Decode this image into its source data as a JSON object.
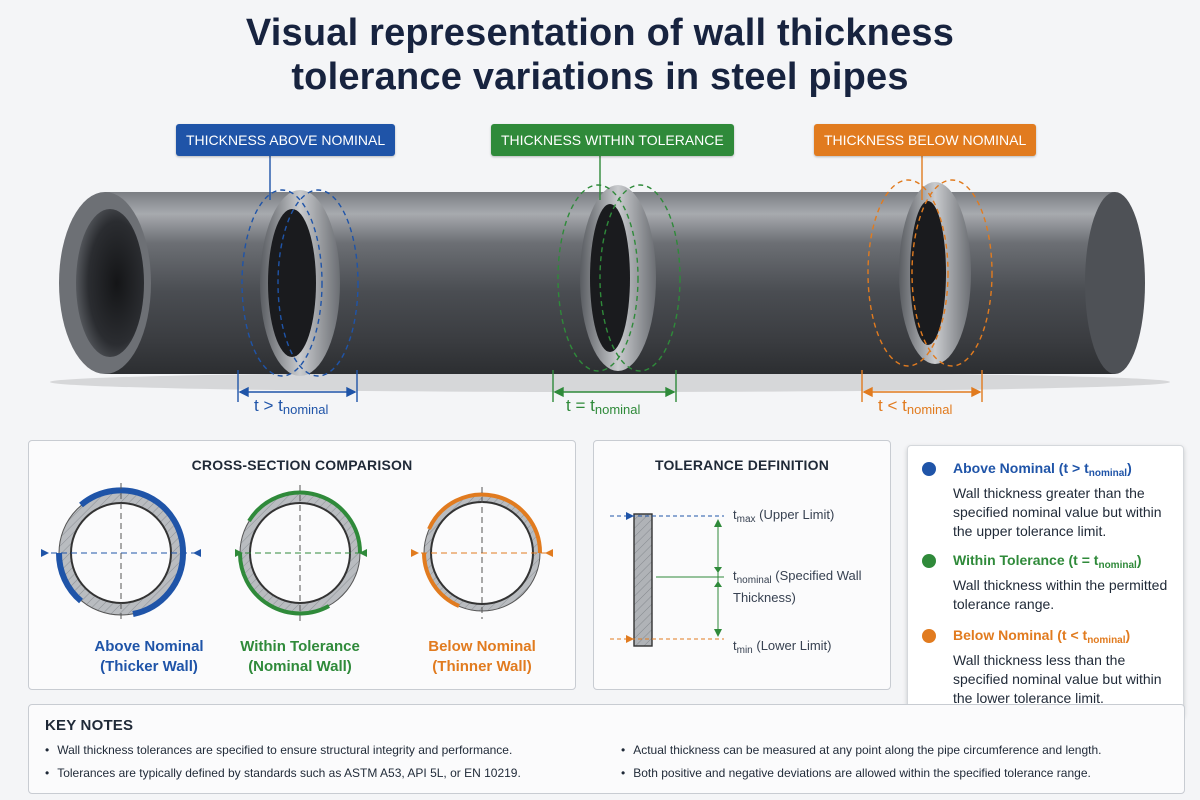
{
  "title": {
    "line1": "Visual representation of wall thickness",
    "line2": "tolerance variations in steel pipes"
  },
  "callouts": {
    "above": "THICKNESS ABOVE NOMINAL",
    "within": "THICKNESS WITHIN TOLERANCE",
    "below": "THICKNESS BELOW NOMINAL"
  },
  "dimensions": {
    "above": {
      "t": "t",
      "op": ">",
      "sub": "nominal"
    },
    "within": {
      "t": "t",
      "op": "=",
      "sub": "nominal"
    },
    "below": {
      "t": "t",
      "op": "<",
      "sub": "nominal"
    }
  },
  "cross_section": {
    "title": "CROSS-SECTION COMPARISON",
    "items": [
      {
        "line1": "Above Nominal",
        "line2": "(Thicker Wall)"
      },
      {
        "line1": "Within Tolerance",
        "line2": "(Nominal Wall)"
      },
      {
        "line1": "Below Nominal",
        "line2": "(Thinner Wall)"
      }
    ]
  },
  "tolerance": {
    "title": "TOLERANCE DEFINITION",
    "max": {
      "t": "t",
      "sub": "max",
      "text": " (Upper Limit)"
    },
    "nominal": {
      "t": "t",
      "sub": "nominal",
      "text": " (Specified Wall Thickness)"
    },
    "min": {
      "t": "t",
      "sub": "min",
      "text": " (Lower Limit)"
    }
  },
  "legend": [
    {
      "head": "Above Nominal (t > t",
      "sub": "nominal",
      "close": ")",
      "desc": "Wall thickness greater than the specified nominal value but within the upper tolerance limit."
    },
    {
      "head": "Within Tolerance (t = t",
      "sub": "nominal",
      "close": ")",
      "desc": "Wall thickness within the permitted tolerance range."
    },
    {
      "head": "Below Nominal (t < t",
      "sub": "nominal",
      "close": ")",
      "desc": "Wall thickness less than the specified nominal value but within the lower tolerance limit."
    }
  ],
  "notes": {
    "title": "KEY NOTES",
    "items": [
      "Wall thickness tolerances are specified to ensure structural integrity and performance.",
      "Tolerances are typically defined by standards such as ASTM A53, API 5L, or EN 10219.",
      "Actual thickness can be measured at any point along the pipe circumference and length.",
      "Both positive and negative deviations are allowed within the specified tolerance range."
    ]
  },
  "colors": {
    "above": "#1f54a8",
    "within": "#2f8a3a",
    "below": "#e17b1f",
    "title": "#17233f"
  }
}
